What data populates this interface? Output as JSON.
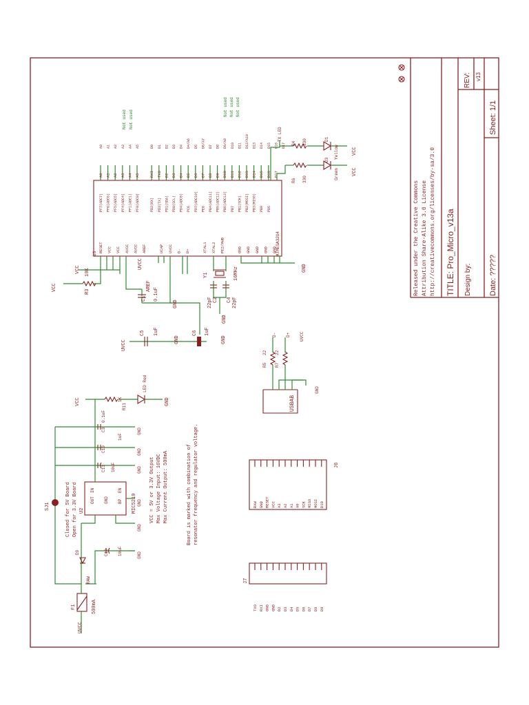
{
  "title_block": {
    "license_1": "Released under the Creative Commons",
    "license_2": "Attribution Share-Alike 3.0 License",
    "license_3": "http://creativecommons.org/licenses/by-sa/3.0",
    "title": "TITLE: Pro_Micro_v13a",
    "design_by": "Design by:",
    "date": "Date: ?????",
    "rev_label": "REV:",
    "rev_value": "v13",
    "sheet": "Sheet: 1/1"
  },
  "mcu": {
    "ref": "U3",
    "part": "ATMEGA32U4",
    "left_pins": [
      "RESET",
      "VCC",
      "VCC",
      "AVCC",
      "AVCC",
      "AREF",
      "",
      "UCAP",
      "UVCC",
      "D-",
      "D+",
      "",
      "XTAL1",
      "XTAL2",
      "PE2/HWB",
      "",
      "GND",
      "GND",
      "GND",
      "GND",
      "GND"
    ],
    "right_pins": [
      "PF7(ADC7)",
      "PF6(ADC6)",
      "PF5(ADC5)",
      "PF4(ADC4)",
      "PF1(ADC1)",
      "PF0(ADC0)",
      "",
      "PD2(RX)",
      "PD3(TX)",
      "PD1(SDA)",
      "PD0(SCL)",
      "PD4(ADC8)",
      "PC6",
      "PD7(ADC10)",
      "PE6",
      "PB4(ADC11)",
      "PB5(ADC12)",
      "PB6(ADC13)",
      "PB7",
      "PB1(SCK)",
      "PB2(MOSI)",
      "PB3(MISO)",
      "PB0",
      "PD5"
    ],
    "right_nets": [
      "A0",
      "A1",
      "A2",
      "A3",
      "A4",
      "A5",
      "",
      "RXI",
      "TXO",
      "D2",
      "D3",
      "D4",
      "D5",
      "D6",
      "D7",
      "D8",
      "D9",
      "D10",
      "D11",
      "D12",
      "D13",
      "D14",
      "D15",
      "D16",
      "D17"
    ],
    "arduino_names": [
      "A0",
      "A1",
      "A2",
      "A3",
      "A4",
      "A5",
      "",
      "D0",
      "D1",
      "D2",
      "D3",
      "D4",
      "D4/A6",
      "D5",
      "D6/A7",
      "D7",
      "D8",
      "D9/A8",
      "D10",
      "D11",
      "D12/A10",
      "D13",
      "D14",
      "D15",
      "D16",
      "D17"
    ],
    "not_used": [
      "Not used",
      "Not used",
      "Not used",
      "Not used",
      "Not used"
    ]
  },
  "labels": {
    "vcc": "VCC",
    "uvcc": "UVCC",
    "gnd": "GND",
    "aref": "AREF",
    "raw": "RAW",
    "r3": "R3",
    "r3_val": "10K",
    "c1": "C1",
    "c1_val": "0.1uF",
    "c6": "C6",
    "c6_val": "1uF",
    "c5": "C5",
    "c5_val": "1uF",
    "y1": "Y1",
    "y1_val": "16MHz",
    "c2": "C2",
    "c2_val": "22pF",
    "c4": "C4",
    "c4_val": "22pF",
    "r4": "R4",
    "r4_val": "330",
    "r6": "R6",
    "r6_val": "330",
    "d1": "D1",
    "d1_col": "Yellow",
    "d3": "D3",
    "d3_col": "Green",
    "tx_led": "TX LED",
    "r11": "R11",
    "r11_val": "1K",
    "led_red": "LED Red",
    "r5": "R5",
    "r5_val": "22",
    "r7": "R7",
    "r7_val": "22",
    "usb": "USBAB",
    "u2": "U2",
    "u2_part": "MIC5219",
    "u2_in": "IN",
    "u2_out": "OUT",
    "u2_gnd": "GND",
    "u2_en": "EN",
    "u2_bp": "BP",
    "c3": "C3",
    "c3_val": "0.1uF",
    "c10": "C10",
    "c10_val": "1uF",
    "c13": "C13",
    "c13_val": "10uF",
    "c19": "C19",
    "c19_val": "10uF",
    "f1": "F1",
    "f1_val": "500mA",
    "d9": "D9",
    "sj1": "SJ1",
    "sj_note_1": "Closed for 5V Board",
    "sj_note_2": "Open for 3.3V Board",
    "reg_note_1": "VCC = 5V or 3.3V Output",
    "reg_note_2": "Max Voltage Input: 16VDC",
    "reg_note_3": "Max Current Output: 500mA",
    "board_note_1": "Board is marked with combination of",
    "board_note_2": "resonator frequency and regulator voltage.",
    "j6": "J6",
    "j7": "J7"
  },
  "header_j6": [
    "RAW",
    "GND",
    "RESET",
    "VCC",
    "A3",
    "A2",
    "A1",
    "A0",
    "SCK",
    "MISO",
    "MOSI",
    "D10"
  ],
  "header_j7": [
    "TXO",
    "RXI",
    "GND",
    "GND",
    "D2",
    "D3",
    "D4",
    "D5",
    "D6",
    "D7",
    "D8",
    "D9"
  ]
}
